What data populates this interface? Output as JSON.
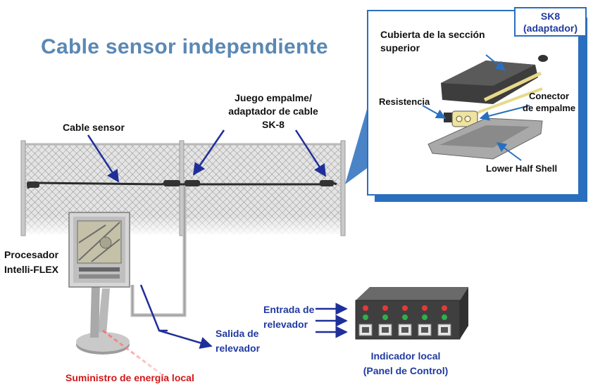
{
  "title": "Cable sensor independiente",
  "inset": {
    "tag_line1": "SK8",
    "tag_line2": "(adaptador)",
    "cover_line1": "Cubierta de la sección",
    "cover_line2": "superior",
    "resistor": "Resistencia",
    "connector_line1": "Conector",
    "connector_line2": "de empalme",
    "lower_shell": "Lower Half Shell"
  },
  "labels": {
    "sensor_cable": "Cable sensor",
    "splice_line1": "Juego empalme/",
    "splice_line2": "adaptador de cable",
    "splice_line3": "SK-8",
    "processor_line1": "Procesador",
    "processor_line2": "Intelli-FLEX",
    "relay_out_line1": "Salida de",
    "relay_out_line2": "relevador",
    "relay_in_line1": "Entrada de",
    "relay_in_line2": "relevador",
    "power": "Suministro de energía local",
    "indicator_line1": "Indicador local",
    "indicator_line2": "(Panel de Control)"
  },
  "colors": {
    "title": "#5a88b4",
    "arrow": "#1f2f9a",
    "inset_border": "#2a6fbd",
    "power_text": "#d01818",
    "fence_mesh": "#9a9a9a"
  }
}
